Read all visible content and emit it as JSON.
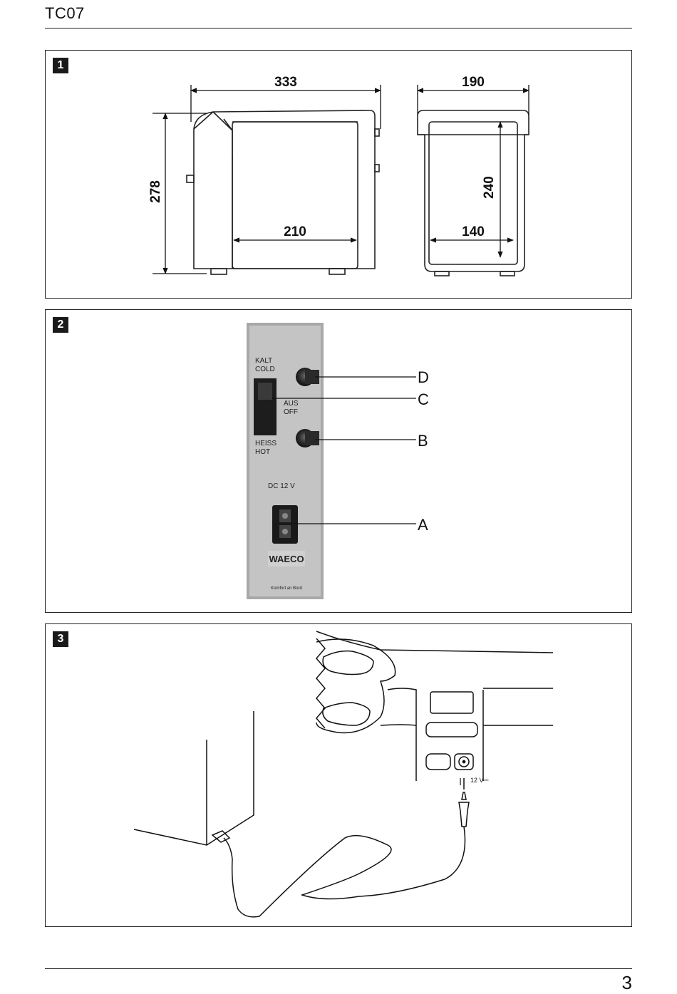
{
  "header": {
    "title": "TC07"
  },
  "footer": {
    "page_number": "3"
  },
  "figure1": {
    "badge": "1",
    "dimensions": {
      "width_total": "333",
      "height_total": "278",
      "inner_width": "210",
      "depth_total": "190",
      "inner_height": "240",
      "inner_depth": "140"
    }
  },
  "figure2": {
    "badge": "2",
    "panel_labels": {
      "kalt": "KALT",
      "cold": "COLD",
      "aus": "AUS",
      "off": "OFF",
      "heiss": "HEISS",
      "hot": "HOT",
      "dc": "DC 12 V",
      "brand": "WAECO",
      "tagline": "Komfort an Bord"
    },
    "callouts": {
      "d": "D",
      "c": "C",
      "b": "B",
      "a": "A"
    }
  },
  "figure3": {
    "badge": "3",
    "socket_label": "12 V⎓"
  }
}
